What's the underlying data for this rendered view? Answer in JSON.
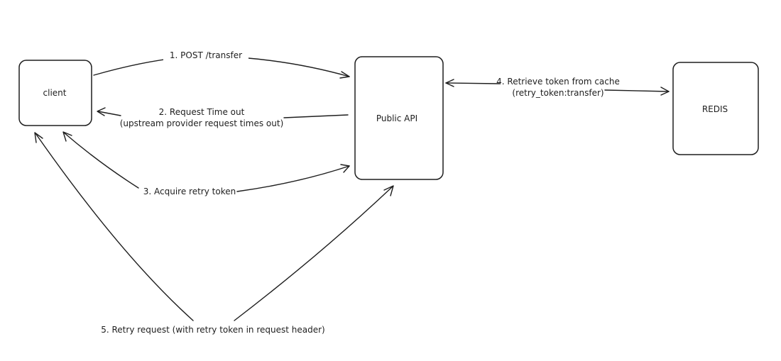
{
  "nodes": {
    "client": "client",
    "public_api": "Public API",
    "redis": "REDIS"
  },
  "edges": {
    "post_transfer": "1. POST /transfer",
    "request_timeout_line1": "2. Request Time out",
    "request_timeout_line2": "(upstream provider request times out)",
    "acquire_retry_token": "3. Acquire retry token",
    "retrieve_token_line1": "4. Retrieve token from cache",
    "retrieve_token_line2": "(retry_token:transfer)",
    "retry_request": "5. Retry request (with retry token in request header)"
  },
  "colors": {
    "stroke": "#1e1e1e",
    "background": "#ffffff"
  }
}
